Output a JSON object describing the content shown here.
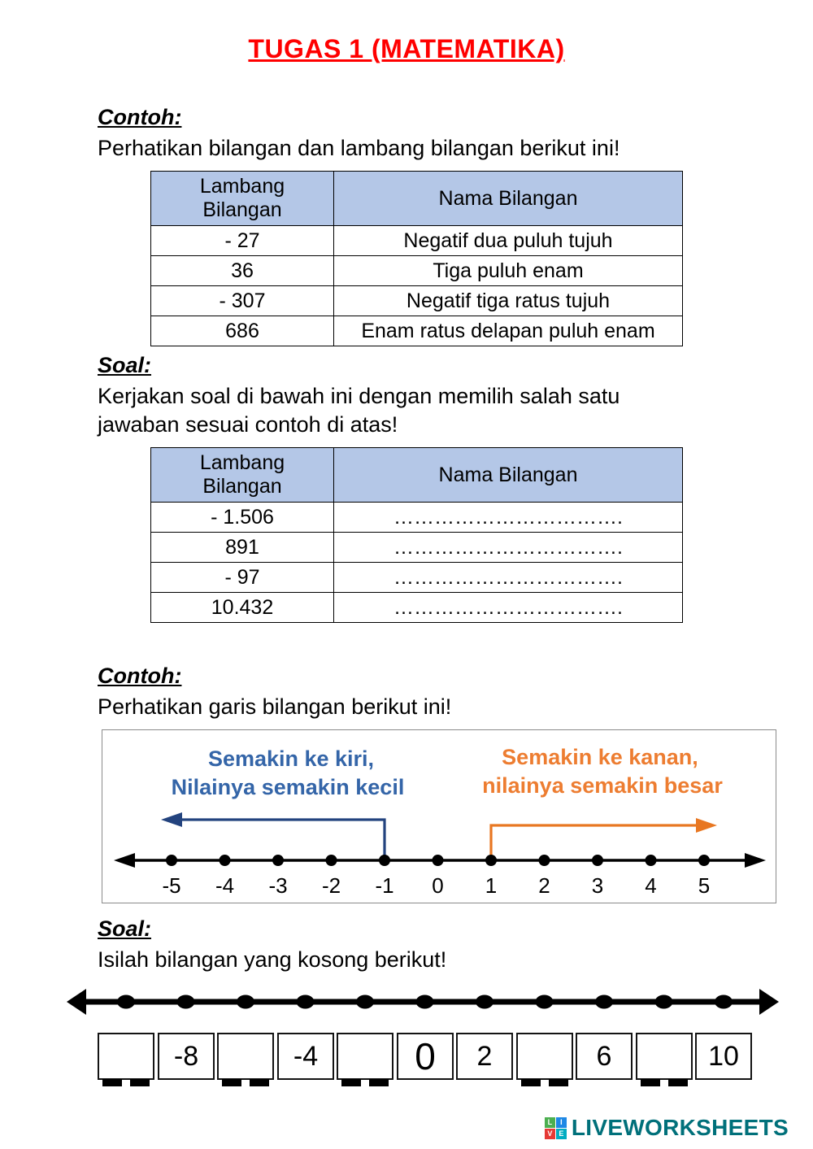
{
  "title": "TUGAS 1 (MATEMATIKA)",
  "part1": {
    "contoh_label": "Contoh:",
    "contoh_intro": "Perhatikan bilangan dan lambang bilangan berikut ini!",
    "example_table": {
      "headers": [
        "Lambang\nBilangan",
        "Nama Bilangan"
      ],
      "rows": [
        [
          "- 27",
          "Negatif dua puluh tujuh"
        ],
        [
          "36",
          "Tiga puluh enam"
        ],
        [
          "- 307",
          "Negatif tiga ratus tujuh"
        ],
        [
          "686",
          "Enam ratus delapan puluh enam"
        ]
      ]
    },
    "soal_label": "Soal:",
    "soal_intro": "Kerjakan soal di bawah ini dengan memilih salah satu jawaban sesuai contoh di atas!",
    "task_table": {
      "headers": [
        "Lambang\nBilangan",
        "Nama Bilangan"
      ],
      "rows": [
        [
          "- 1.506",
          "……………………………."
        ],
        [
          "891",
          "……………………………."
        ],
        [
          "- 97",
          "……………………………."
        ],
        [
          "10.432",
          "……………………………."
        ]
      ]
    }
  },
  "part2": {
    "contoh_label": "Contoh:",
    "contoh_intro": "Perhatikan garis bilangan berikut ini!",
    "number_line_example": {
      "left_note": [
        "Semakin ke kiri,",
        "Nilainya semakin kecil"
      ],
      "right_note": [
        "Semakin ke kanan,",
        "nilainya semakin besar"
      ],
      "ticks": [
        "-5",
        "-4",
        "-3",
        "-2",
        "-1",
        "0",
        "1",
        "2",
        "3",
        "4",
        "5"
      ]
    },
    "soal_label": "Soal:",
    "soal_intro": "Isilah bilangan yang kosong berikut!",
    "number_line_task": {
      "boxes": [
        "",
        "-8",
        "",
        "-4",
        "",
        "0",
        "2",
        "",
        "6",
        "",
        "10"
      ]
    }
  },
  "footer": {
    "logo_letters": [
      "L",
      "I",
      "V",
      "E"
    ],
    "brand": "LIVEWORKSHEETS"
  },
  "colors": {
    "title_red": "#ff0000",
    "header_bg": "#b4c7e7",
    "note_blue": "#3465a8",
    "arrow_blue": "#23437e",
    "note_orange": "#ed7d31",
    "arrow_orange": "#e87722",
    "brand_teal": "#00707a",
    "logo_c1": "#4caf50",
    "logo_c2": "#1e88e5",
    "logo_c3": "#e53935",
    "logo_c4": "#00acc1"
  }
}
